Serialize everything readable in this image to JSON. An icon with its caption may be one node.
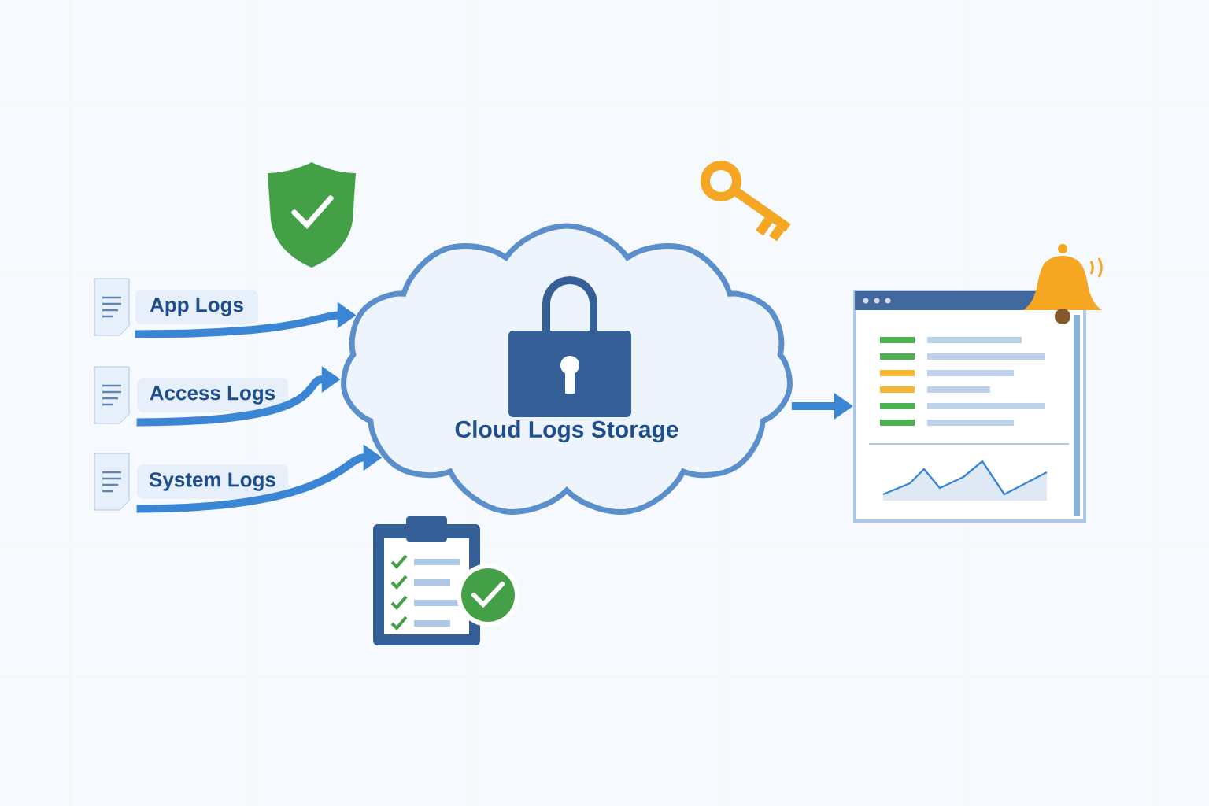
{
  "diagram": {
    "nodes": [
      {
        "text": [
          "App Logs"
        ]
      },
      {
        "text": [
          "Access Logs"
        ]
      },
      {
        "text": [
          "System Logs"
        ]
      },
      {
        "text": [
          "Cloud Logs Storage"
        ]
      },
      {
        "text": [],
        "shape": "picture"
      }
    ],
    "edges": [
      {
        "from": 0,
        "to": 3,
        "arrow": "to"
      },
      {
        "from": 1,
        "to": 3,
        "arrow": "to"
      },
      {
        "from": 2,
        "to": 3,
        "arrow": "to"
      },
      {
        "from": 3,
        "to": 4,
        "arrow": "to"
      }
    ]
  }
}
